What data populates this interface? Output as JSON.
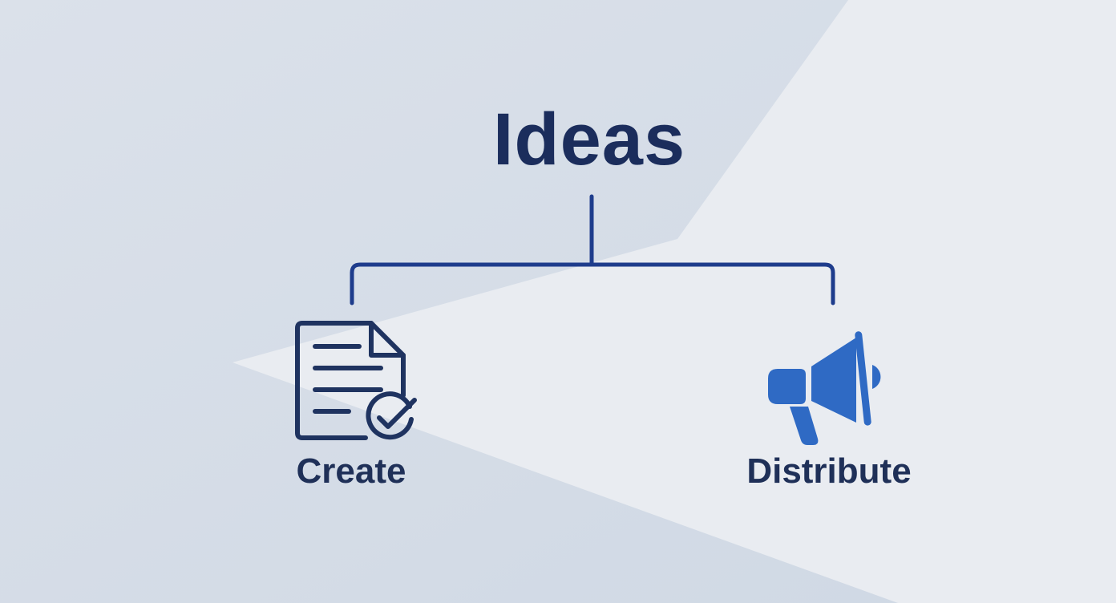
{
  "diagram": {
    "title": "Ideas",
    "branches": [
      {
        "label": "Create",
        "icon": "document-check-icon"
      },
      {
        "label": "Distribute",
        "icon": "megaphone-icon"
      }
    ]
  },
  "colors": {
    "title": "#1b2d5c",
    "connector": "#1e3c8c",
    "create_icon": "#1f3360",
    "distribute_icon": "#2f6ac4",
    "background": "#d7dee9"
  }
}
